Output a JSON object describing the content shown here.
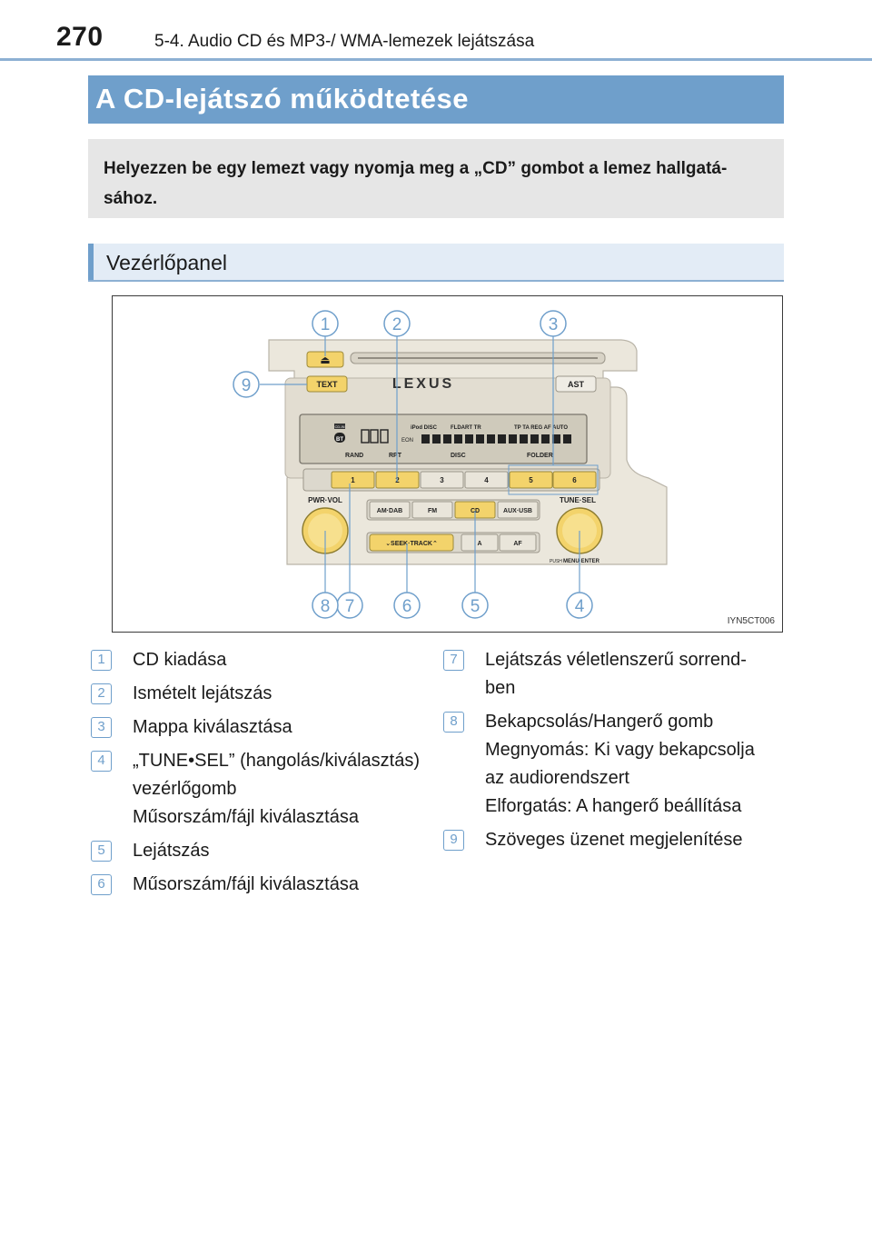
{
  "header": {
    "page_number": "270",
    "chapter": "5-4. Audio CD és MP3-/ WMA-lemezek lejátszása"
  },
  "section_title": "A CD-lejátszó működtetése",
  "intro": {
    "line1": "Helyezzen be egy lemezt vagy nyomja meg a „CD” gombot a lemez hallgatá-",
    "line2": "sához."
  },
  "subsection_title": "Vezérlőpanel",
  "figure": {
    "code": "IYN5CT006",
    "callouts": [
      "1",
      "2",
      "3",
      "4",
      "5",
      "6",
      "7",
      "8",
      "9"
    ],
    "panel": {
      "brand": "LEXUS",
      "text_button": "TEXT",
      "ast_button": "AST",
      "pwr_vol_label": "PWR·VOL",
      "tune_sel_label": "TUNE·SEL",
      "push_label": "PUSH",
      "menu_enter_label": "MENU·ENTER",
      "eject_symbol": "⏏",
      "preset_buttons": [
        "1",
        "2",
        "3",
        "4",
        "5",
        "6"
      ],
      "source_buttons": [
        "AM·DAB",
        "FM",
        "CD",
        "AUX·USB"
      ],
      "seek_track": "⌄SEEK·TRACK⌃",
      "a_button": "A",
      "af_button": "AF",
      "display": {
        "top_left": "CD-IN",
        "indicators_top": "iPod DISC",
        "indicators_mid": "FLDART TR",
        "indicators_right": "TP TA REG AF AUTO",
        "bt": "BT",
        "eon": "EON",
        "rand": "RAND",
        "rpt": "RPT",
        "disc": "DISC",
        "folder": "FOLDER"
      }
    }
  },
  "legend": {
    "left": [
      {
        "num": "1",
        "lines": [
          "CD kiadása"
        ]
      },
      {
        "num": "2",
        "lines": [
          "Ismételt lejátszás"
        ]
      },
      {
        "num": "3",
        "lines": [
          "Mappa kiválasztása"
        ]
      },
      {
        "num": "4",
        "lines": [
          "„TUNE•SEL” (hangolás/kiválasztás)",
          "vezérlőgomb",
          "Műsorszám/fájl kiválasztása"
        ]
      },
      {
        "num": "5",
        "lines": [
          "Lejátszás"
        ]
      },
      {
        "num": "6",
        "lines": [
          "Műsorszám/fájl kiválasztása"
        ]
      }
    ],
    "right": [
      {
        "num": "7",
        "lines": [
          "Lejátszás véletlenszerű sorrend-",
          "ben"
        ]
      },
      {
        "num": "8",
        "lines": [
          "Bekapcsolás/Hangerő gomb",
          "Megnyomás: Ki vagy bekapcsolja",
          "az audiorendszert",
          "Elforgatás: A hangerő beállítása"
        ]
      },
      {
        "num": "9",
        "lines": [
          "Szöveges üzenet megjelenítése"
        ]
      }
    ]
  },
  "colors": {
    "accent": "#6f9fcb",
    "button_yellow": "#f3d36b",
    "panel_beige": "#ebe7dc"
  }
}
